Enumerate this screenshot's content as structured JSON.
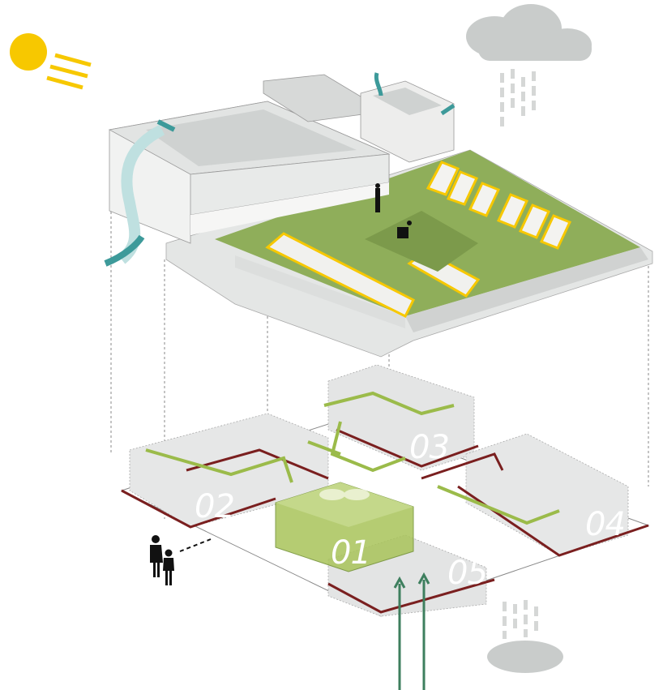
{
  "diagram": {
    "zones": [
      {
        "id": "01",
        "label": "01"
      },
      {
        "id": "02",
        "label": "02"
      },
      {
        "id": "03",
        "label": "03"
      },
      {
        "id": "04",
        "label": "04"
      },
      {
        "id": "05",
        "label": "05"
      }
    ],
    "icons": [
      "sun-icon",
      "rain-cloud-icon",
      "ground-water-cloud-icon",
      "people-icon",
      "airflow-arrow-icon"
    ],
    "colors": {
      "sun": "#f7c800",
      "cloud": "#c9cccb",
      "roof_green": "#8fae5a",
      "airflow": "#3d9a9a",
      "pipe_green": "#8fae5a",
      "pipe_red": "#7a1f1f",
      "tank_green": "#9bbb4a",
      "wall": "#e9ebea"
    }
  }
}
